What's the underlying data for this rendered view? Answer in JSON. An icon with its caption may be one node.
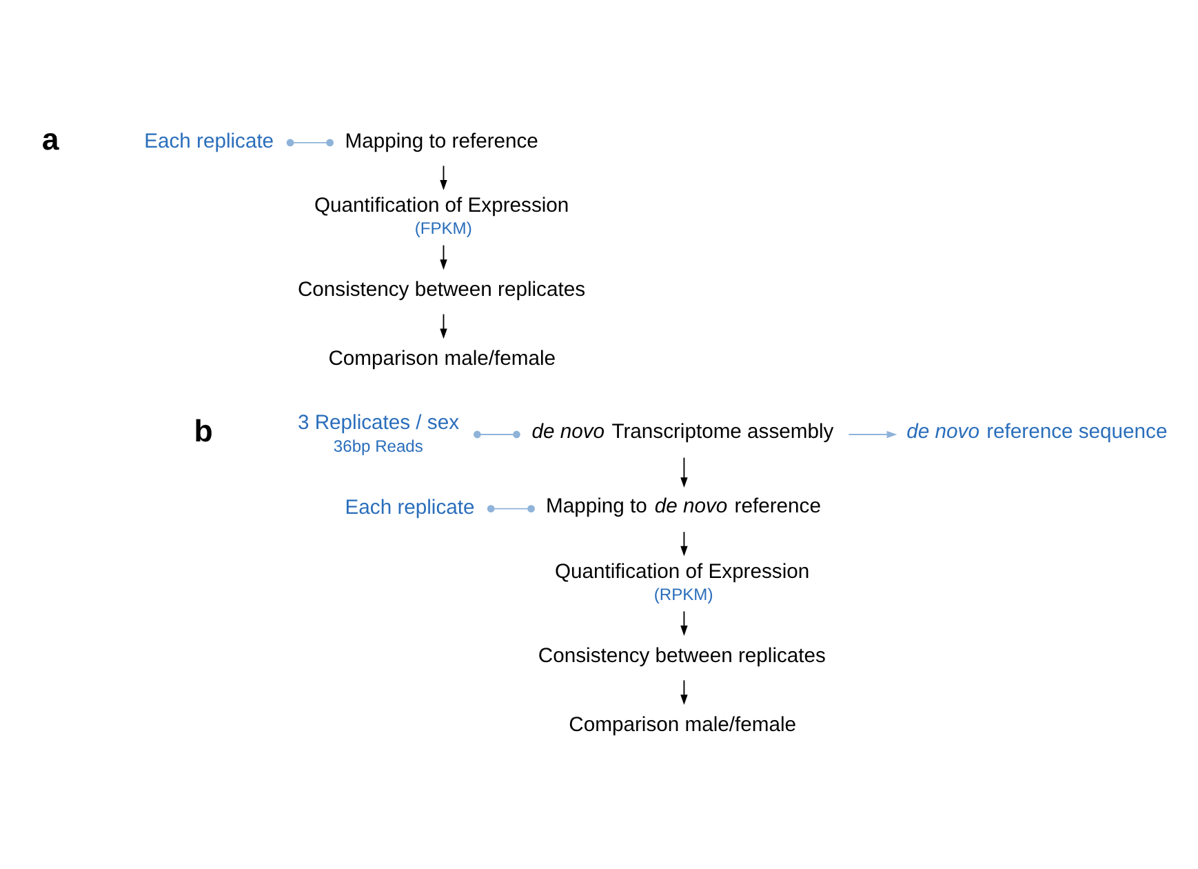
{
  "diagram": {
    "nodes": [
      {
        "text": [
          "Each replicate"
        ]
      },
      {
        "text": [
          "Mapping to reference"
        ]
      },
      {
        "text": [
          "Quantification of Expression",
          "(FPKM)"
        ]
      },
      {
        "text": [
          "Consistency between replicates"
        ]
      },
      {
        "text": [
          "Comparison male/female"
        ]
      },
      {
        "text": [
          "3 Replicates / sex",
          "36bp Reads"
        ]
      },
      {
        "text": [
          "*de novo* Transcriptome assembly"
        ]
      },
      {
        "text": [
          "*de novo* reference sequence"
        ]
      },
      {
        "text": [
          "Each replicate"
        ]
      },
      {
        "text": [
          "Mapping to *de novo* reference"
        ]
      },
      {
        "text": [
          "Quantification of Expression",
          "(RPKM)"
        ]
      },
      {
        "text": [
          "Consistency between replicates"
        ]
      },
      {
        "text": [
          "Comparison male/female"
        ]
      }
    ],
    "edges": [
      {
        "from": 0,
        "to": 1,
        "arrow": "other",
        "color": "#8fb3d9"
      },
      {
        "from": 1,
        "to": 2,
        "arrow": "to"
      },
      {
        "from": 2,
        "to": 3,
        "arrow": "to"
      },
      {
        "from": 3,
        "to": 4,
        "arrow": "to"
      },
      {
        "from": 5,
        "to": 6,
        "arrow": "other",
        "color": "#8fb3d9"
      },
      {
        "from": 6,
        "to": 7,
        "arrow": "to",
        "color": "#8fb3d9"
      },
      {
        "from": 6,
        "to": 9,
        "arrow": "to"
      },
      {
        "from": 8,
        "to": 9,
        "arrow": "other",
        "color": "#8fb3d9"
      },
      {
        "from": 9,
        "to": 10,
        "arrow": "to"
      },
      {
        "from": 10,
        "to": 11,
        "arrow": "to"
      },
      {
        "from": 11,
        "to": 12,
        "arrow": "to"
      }
    ],
    "labels": [
      "a",
      "b"
    ]
  }
}
